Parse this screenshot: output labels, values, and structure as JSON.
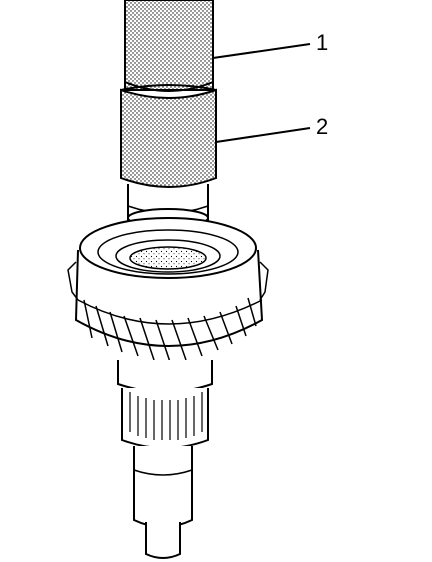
{
  "callouts": [
    {
      "number": "1",
      "part": "tool-handle"
    },
    {
      "number": "2",
      "part": "installer-sleeve"
    }
  ],
  "colors": {
    "line": "#000000",
    "background": "#ffffff",
    "stipple": "#000000"
  }
}
